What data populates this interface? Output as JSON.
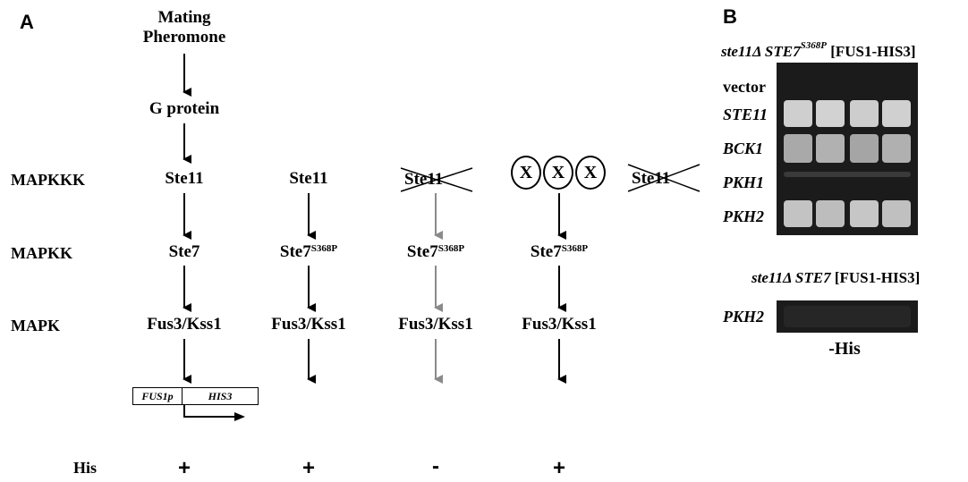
{
  "panel_a": {
    "letter": "A",
    "top_labels": {
      "mating_line1": "Mating",
      "mating_line2": "Pheromone",
      "g_protein": "G protein"
    },
    "row_labels": {
      "mapkkk": "MAPKKK",
      "mapkk": "MAPKK",
      "mapk": "MAPK",
      "his": "His"
    },
    "columns": [
      {
        "mapkkk": "Ste11",
        "mapkkk_crossed": false,
        "mapkk": "Ste7",
        "mapkk_sub": "",
        "mapk": "Fus3/Kss1",
        "his": "+",
        "arrow_color": "#000000"
      },
      {
        "mapkkk": "Ste11",
        "mapkkk_crossed": false,
        "mapkk": "Ste7",
        "mapkk_sub": "S368P",
        "mapk": "Fus3/Kss1",
        "his": "+",
        "arrow_color": "#000000"
      },
      {
        "mapkkk": "Ste11",
        "mapkkk_crossed": true,
        "mapkk": "Ste7",
        "mapkk_sub": "S368P",
        "mapk": "Fus3/Kss1",
        "his": "-",
        "arrow_color": "#8a8a8a"
      },
      {
        "mapkkk": "",
        "mapkkk_circles": [
          "X",
          "X",
          "X"
        ],
        "mapkk": "Ste7",
        "mapkk_sub": "S368P",
        "mapk": "Fus3/Kss1",
        "his": "+",
        "arrow_color": "#000000"
      }
    ],
    "extra_crossed": "Ste11",
    "reporter": {
      "promoter": "FUS1p",
      "gene": "HIS3"
    }
  },
  "panel_b": {
    "letter": "B",
    "upper_title": {
      "strain": "ste11Δ STE7",
      "allele": "S368P",
      "plasmid": "[FUS1-HIS3]"
    },
    "upper_rows": [
      "vector",
      "STE11",
      "BCK1",
      "PKH1",
      "PKH2"
    ],
    "lower_title": {
      "strain": "ste11Δ STE7",
      "plasmid": "[FUS1-HIS3]"
    },
    "lower_rows": [
      "PKH2"
    ],
    "condition": "-His"
  },
  "colors": {
    "ink": "#000000",
    "gray_arrow": "#8a8a8a",
    "blot_bg": "#1b1b1b"
  }
}
